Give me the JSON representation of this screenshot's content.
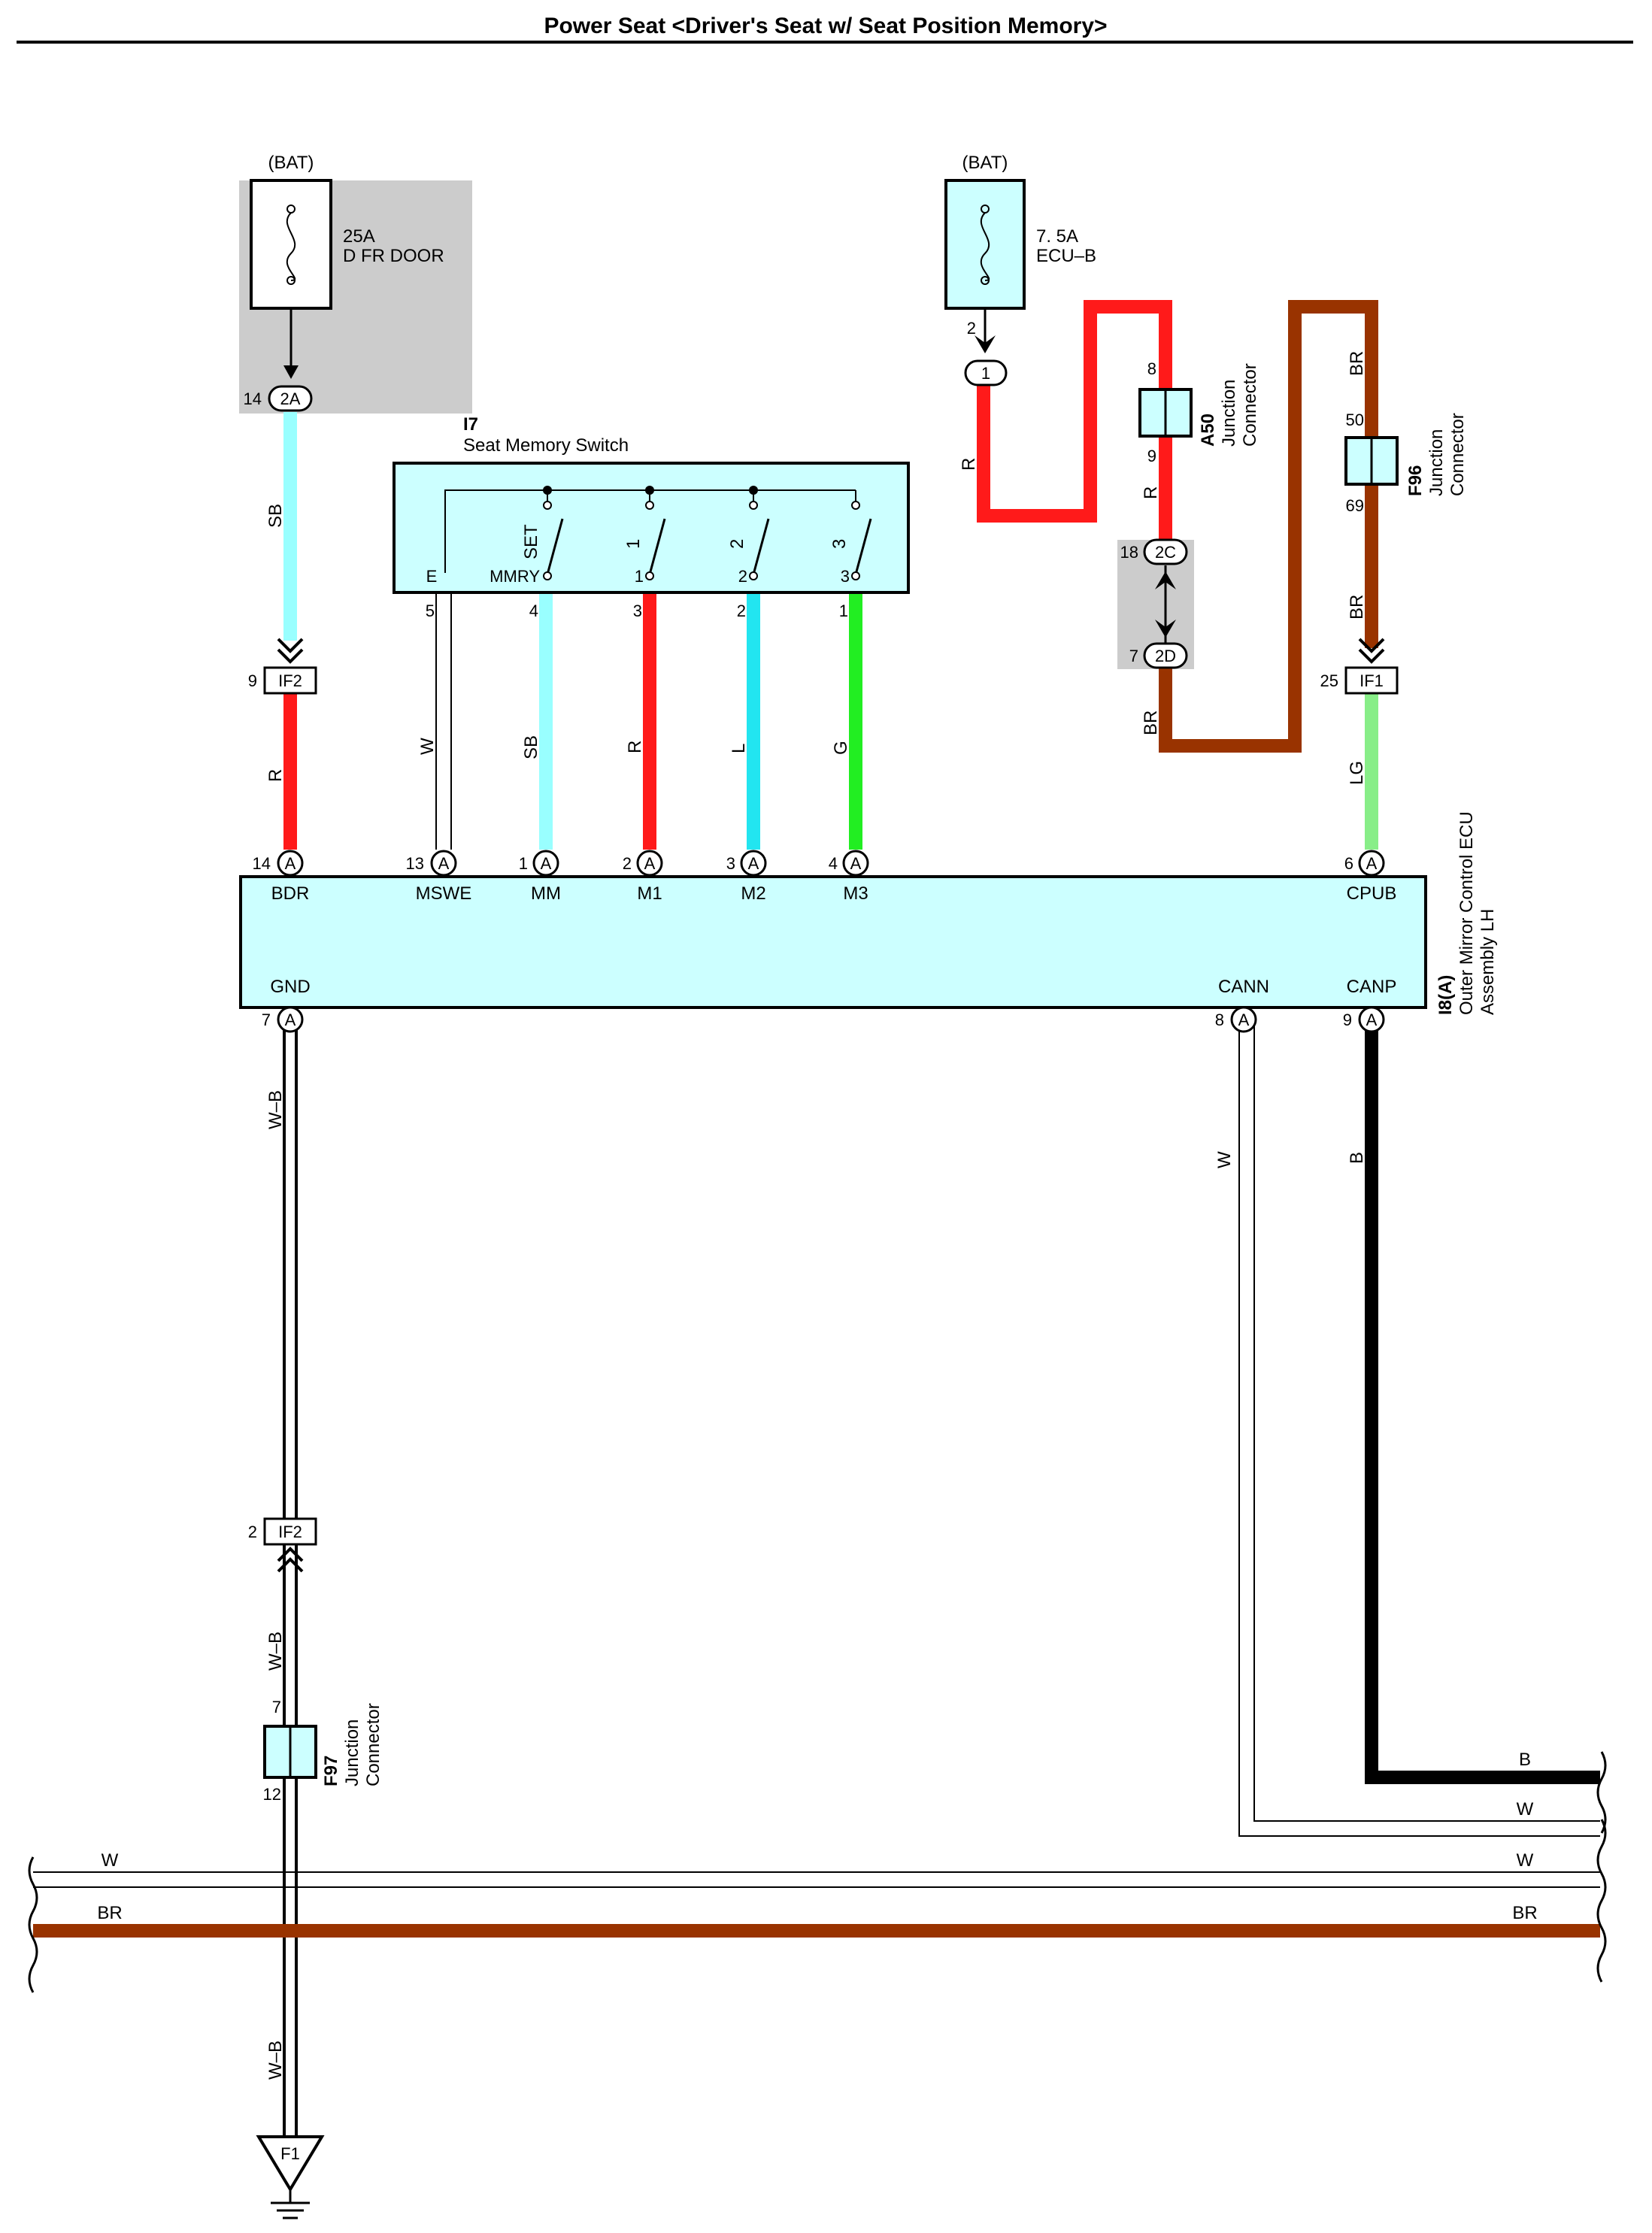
{
  "title": "Power Seat <Driver's Seat w/ Seat Position Memory>",
  "colors": {
    "red": "#ff1a1a",
    "sky_blue": "#99ffff",
    "light_blue": "#22e5f0",
    "green": "#22ee22",
    "light_green": "#88ee88",
    "brown": "#993300",
    "black": "#000000",
    "cyan_fill": "#ccffff",
    "gray_shade": "#cccccc"
  },
  "fuses": [
    {
      "source": "(BAT)",
      "rating": "25A",
      "name": "D FR DOOR"
    },
    {
      "source": "(BAT)",
      "rating": "7. 5A",
      "name": "ECU–B"
    }
  ],
  "connectors": {
    "c2a": {
      "id": "2A",
      "pin": "14"
    },
    "c1": {
      "id": "1",
      "pin": "2"
    },
    "c2c": {
      "id": "2C",
      "pin": "18"
    },
    "c2d": {
      "id": "2D",
      "pin": "7"
    },
    "if2_top": {
      "id": "IF2",
      "pin": "9"
    },
    "if2_bot": {
      "id": "IF2",
      "pin": "2"
    },
    "if1": {
      "id": "IF1",
      "pin": "25"
    },
    "ground": "F1"
  },
  "junctions": {
    "a50": {
      "code": "A50",
      "line1": "Junction",
      "line2": "Connector",
      "pin_top": "8",
      "pin_bot": "9"
    },
    "f96": {
      "code": "F96",
      "line1": "Junction",
      "line2": "Connector",
      "pin_top": "50",
      "pin_bot": "69"
    },
    "f97": {
      "code": "F97",
      "line1": "Junction",
      "line2": "Connector",
      "pin_top": "7",
      "pin_bot": "12"
    }
  },
  "switch": {
    "code": "I7",
    "name": "Seat Memory Switch",
    "terminal_e": "E",
    "contacts": [
      {
        "label": "SET",
        "term": "MMRY"
      },
      {
        "label": "1",
        "term": "1"
      },
      {
        "label": "2",
        "term": "2"
      },
      {
        "label": "3",
        "term": "3"
      }
    ],
    "out_pins": [
      "5",
      "4",
      "3",
      "2",
      "1"
    ]
  },
  "ecu": {
    "code": "I8(A)",
    "line1": "Outer Mirror Control ECU",
    "line2": "Assembly LH",
    "conn": "A",
    "top_pins": [
      {
        "num": "14",
        "name": "BDR"
      },
      {
        "num": "13",
        "name": "MSWE"
      },
      {
        "num": "1",
        "name": "MM"
      },
      {
        "num": "2",
        "name": "M1"
      },
      {
        "num": "3",
        "name": "M2"
      },
      {
        "num": "4",
        "name": "M3"
      },
      {
        "num": "6",
        "name": "CPUB"
      }
    ],
    "bottom_pins": [
      {
        "num": "7",
        "name": "GND"
      },
      {
        "num": "8",
        "name": "CANN"
      },
      {
        "num": "9",
        "name": "CANP"
      }
    ]
  },
  "wire_labels": {
    "sb_top": "SB",
    "r_bdr": "R",
    "w_e": "W",
    "sb_mm": "SB",
    "r_m1": "R",
    "l_m2": "L",
    "g_m3": "G",
    "r_ecu1": "R",
    "r_a50": "R",
    "br_top": "BR",
    "br_mid": "BR",
    "br_2d": "BR",
    "lg": "LG",
    "wb_1": "W–B",
    "wb_2": "W–B",
    "wb_3": "W–B",
    "w_cann": "W",
    "b_canp": "B",
    "right_b": "B",
    "right_w1": "W",
    "right_w2": "W",
    "right_br": "BR",
    "left_w": "W",
    "left_br": "BR"
  }
}
